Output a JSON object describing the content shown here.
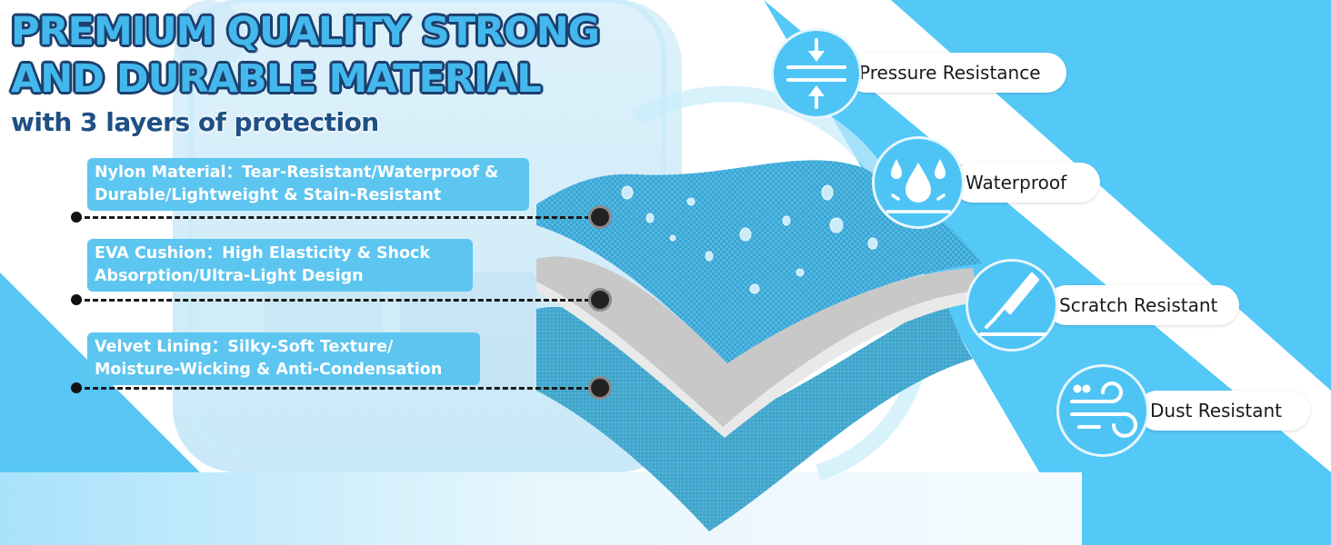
{
  "header": {
    "title_line1": "PREMIUM QUALITY STRONG",
    "title_line2": "AND DURABLE MATERIAL",
    "subtitle": "with 3 layers of protection"
  },
  "layers": [
    {
      "line1": "Nylon Material：Tear-Resistant/Waterproof &",
      "line2": "Durable/Lightweight & Stain-Resistant"
    },
    {
      "line1": "EVA Cushion：High Elasticity & Shock",
      "line2": "Absorption/Ultra-Light Design"
    },
    {
      "line1": "Velvet Lining：Silky-Soft Texture/",
      "line2": "Moisture-Wicking & Anti-Condensation"
    }
  ],
  "features": [
    {
      "label": "Pressure Resistance",
      "icon": "pressure-icon"
    },
    {
      "label": "Waterproof",
      "icon": "water-drops-icon"
    },
    {
      "label": "Scratch Resistant",
      "icon": "scalpel-icon"
    },
    {
      "label": "Dust Resistant",
      "icon": "wind-icon"
    }
  ],
  "colors": {
    "accent": "#4ec4f5",
    "title_fill": "#43b8ec",
    "title_outline": "#1c3f6d",
    "label_box": "#5cc5f0",
    "nylon": "#3fa9d3",
    "eva": "#c7c7c7",
    "velvet": "#4aaed2"
  }
}
